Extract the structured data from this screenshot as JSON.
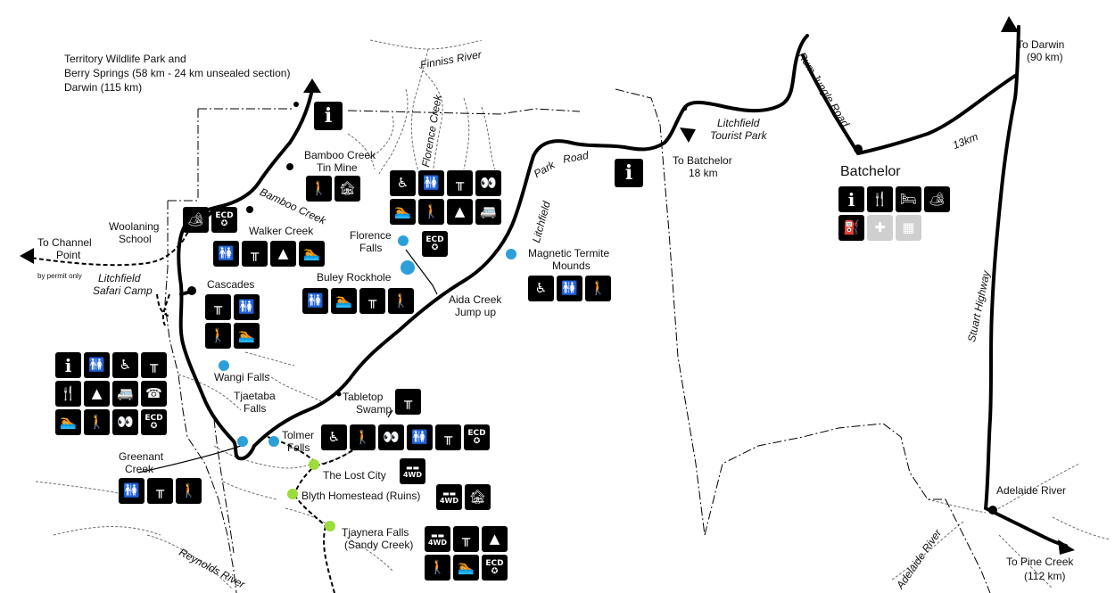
{
  "labels": {
    "territory": "Territory Wildlife Park and",
    "berry": "Berry Springs (58 km - 24 km unsealed section)",
    "darwin115": "Darwin (115 km)",
    "finniss": "Finniss River",
    "florence_creek": "Florence Creek",
    "to_darwin": "To Darwin",
    "to_darwin_km": "(90 km)",
    "rum_jungle": "Rum Jungle Road",
    "litchfield_tp1": "Litchfield",
    "litchfield_tp2": "Tourist Park",
    "road13": "13km",
    "batchelor": "Batchelor",
    "to_batchelor": "To Batchelor",
    "to_batchelor_km": "18 km",
    "park_road_1": "Park",
    "park_road_2": "Road",
    "litchfield_road": "Litchfield",
    "bamboo_mine1": "Bamboo Creek",
    "bamboo_mine2": "Tin Mine",
    "bamboo_creek": "Bamboo Creek",
    "woolaning1": "Woolaning",
    "woolaning2": "School",
    "walker": "Walker Creek",
    "channel1": "To Channel",
    "channel2": "Point",
    "permit": "by permit only",
    "safari1": "Litchfield",
    "safari2": "Safari Camp",
    "cascades": "Cascades",
    "florence_falls1": "Florence",
    "florence_falls2": "Falls",
    "buley": "Buley Rockhole",
    "aida1": "Aida Creek",
    "aida2": "Jump up",
    "termite1": "Magnetic Termite",
    "termite2": "Mounds",
    "wangi": "Wangi Falls",
    "tjaetaba1": "Tjaetaba",
    "tjaetaba2": "Falls",
    "tabletop1": "Tabletop",
    "tabletop2": "Swamp",
    "tolmer1": "Tolmer",
    "tolmer2": "Falls",
    "greenant1": "Greenant",
    "greenant2": "Creek",
    "lostcity": "The Lost City",
    "blyth": "Blyth Homestead (Ruins)",
    "tjaynera1": "Tjaynera Falls",
    "tjaynera2": "(Sandy Creek)",
    "stuart": "Stuart Highway",
    "adelaide_river_town": "Adelaide River",
    "adelaide_river": "Adelaide River",
    "to_pine": "To Pine Creek",
    "to_pine_km": "(112 km)",
    "reynolds": "Reynolds River"
  },
  "icon_text": {
    "ecd_top": "ECD",
    "ecd_sym": "✪",
    "wd_top": "▬▬",
    "wd_bottom": "4WD",
    "info": "i"
  },
  "colors": {
    "road": "#000000",
    "track": "#000000",
    "boundary": "#000000",
    "river": "#6e6e6e",
    "site_blue": "#2b9fd9",
    "site_green": "#9bdc3a",
    "disabled_icon": "#cfcfcf"
  },
  "icon_groups": {
    "bamboo_mine": [
      "walk-icon",
      "ruins-icon"
    ],
    "florence_top": [
      "wheelchair-icon",
      "toilets-icon",
      "picnic-icon",
      "viewpoint-icon",
      "swim-icon",
      "walk-icon",
      "camping-icon",
      "caravan-icon",
      "ecd-icon"
    ],
    "woolaning": [
      "ranger-icon",
      "ecd-icon"
    ],
    "walker": [
      "toilets-icon",
      "picnic-icon",
      "camping-icon",
      "swim-icon"
    ],
    "cascades": [
      "picnic-icon",
      "toilets-icon",
      "walk-icon",
      "swim-icon"
    ],
    "buley": [
      "toilets-icon",
      "swim-icon",
      "picnic-icon",
      "walk-icon"
    ],
    "termite": [
      "wheelchair-icon",
      "toilets-icon",
      "walk-icon"
    ],
    "wangi": [
      "info-icon",
      "toilets-icon",
      "wheelchair-icon",
      "picnic-icon",
      "food-icon",
      "camping-icon",
      "caravan-icon",
      "phone-icon",
      "swim-icon",
      "walk-icon",
      "viewpoint-icon",
      "ecd-icon"
    ],
    "tabletop": [
      "picnic-icon"
    ],
    "tolmer": [
      "wheelchair-icon",
      "walk-icon",
      "viewpoint-icon",
      "toilets-icon",
      "picnic-icon",
      "ecd-icon"
    ],
    "greenant": [
      "toilets-icon",
      "picnic-icon",
      "walk-icon"
    ],
    "lostcity": [
      "4wd-icon"
    ],
    "blyth": [
      "4wd-icon",
      "ruins-icon"
    ],
    "tjaynera": [
      "4wd-icon",
      "picnic-icon",
      "camping-icon",
      "walk-icon",
      "swim-icon",
      "ecd-icon"
    ],
    "batchelor": [
      "info-icon",
      "food-icon",
      "accommodation-icon",
      "ranger-icon",
      "fuel-icon",
      "hospital-icon",
      "checkered-icon"
    ]
  }
}
